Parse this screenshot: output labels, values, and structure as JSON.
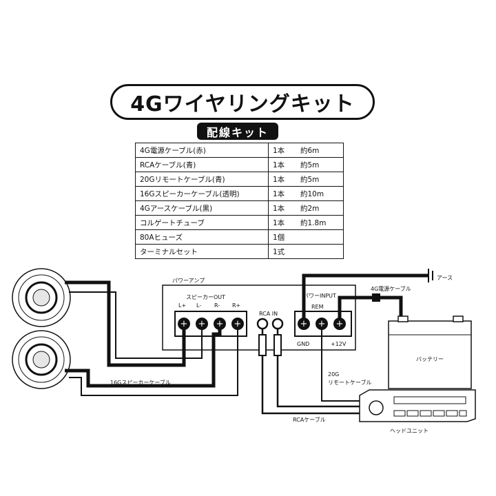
{
  "title": "4Gワイヤリングキット",
  "subtitle": "配線キット",
  "kit_items": [
    {
      "name": "4G電源ケーブル(赤)",
      "count": "1本",
      "length": "約6m"
    },
    {
      "name": "RCAケーブル(青)",
      "count": "1本",
      "length": "約5m"
    },
    {
      "name": "20Gリモートケーブル(青)",
      "count": "1本",
      "length": "約5m"
    },
    {
      "name": "16Gスピーカーケーブル(透明)",
      "count": "1本",
      "length": "約10m"
    },
    {
      "name": "4Gアースケーブル(黒)",
      "count": "1本",
      "length": "約2m"
    },
    {
      "name": "コルゲートチューブ",
      "count": "1本",
      "length": "約1.8m"
    },
    {
      "name": "80Aヒューズ",
      "count": "1個",
      "length": ""
    },
    {
      "name": "ターミナルセット",
      "count": "1式",
      "length": ""
    }
  ],
  "diagram": {
    "amp_label": "パワーアンプ",
    "speaker_out_label": "スピーカーOUT",
    "speaker_terminals": [
      "L+",
      "L-",
      "R-",
      "R+"
    ],
    "rca_in_label": "RCA IN",
    "power_input_label": "パワーINPUT",
    "rem_label": "REM",
    "gnd_label": "GND",
    "plus12_label": "+12V",
    "power_cable_label": "4G電源ケーブル",
    "earth_label": "アース",
    "battery_label": "バッテリー",
    "remote_cable_label": "20G\nリモートケーブル",
    "remote_cable_line1": "20G",
    "remote_cable_line2": "リモートケーブル",
    "speaker_cable_label": "16Gスピーカーケーブル",
    "rca_cable_label": "RCAケーブル",
    "head_unit_label": "ヘッドユニット"
  }
}
